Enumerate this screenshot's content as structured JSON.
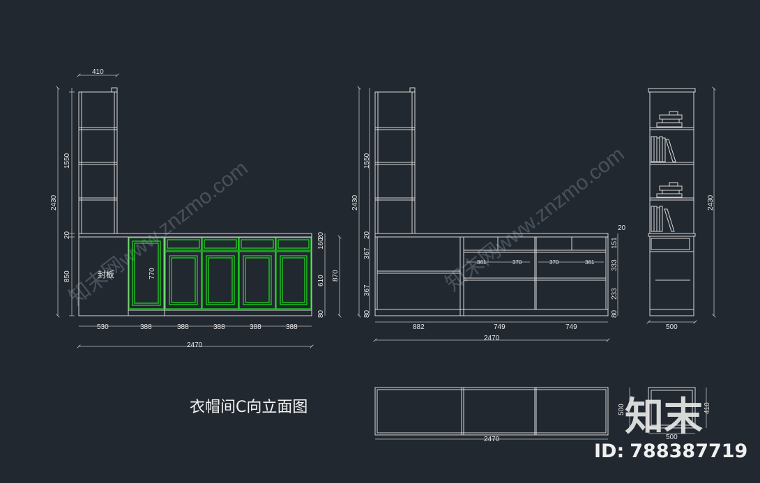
{
  "drawing": {
    "title": "衣帽间C向立面图",
    "colors": {
      "background": "#212830",
      "line": "#d9d9d9",
      "dim": "#bfbfbf",
      "highlight": "#1ee01e"
    },
    "left_elevation": {
      "top_width": "410",
      "total_height": "2430",
      "upper_height": "1550",
      "counter_top": "20",
      "lower_height": "850",
      "panel_label": "封板",
      "door_height": "770",
      "right_top": "160",
      "right_top2": "20",
      "right_mid": "610",
      "right_base": "80",
      "right_total": "870",
      "widths": [
        "530",
        "388",
        "388",
        "388",
        "388",
        "388"
      ],
      "total_width": "2470"
    },
    "middle_elevation": {
      "total_height": "2430",
      "upper_height": "1550",
      "counter_top": "20",
      "left_upper": "367",
      "left_lower": "367",
      "left_base": "80",
      "right_top": "20",
      "right_a": "151",
      "right_b": "333",
      "right_c": "233",
      "right_base": "80",
      "drawer_dims": [
        "361",
        "370",
        "370",
        "361"
      ],
      "widths": [
        "882",
        "749",
        "749"
      ],
      "total_width": "2470"
    },
    "side_elevation": {
      "height": "2430",
      "width": "500"
    },
    "plan_view": {
      "width": "2470",
      "depth": "500"
    },
    "small_view": {
      "width": "500",
      "depth": "410"
    },
    "watermarks": [
      "知末网www.znzmo.com",
      "知末网www.znzmo.com"
    ],
    "brand": {
      "logo": "知末",
      "id_label": "ID:",
      "id_number": "788387719"
    }
  }
}
